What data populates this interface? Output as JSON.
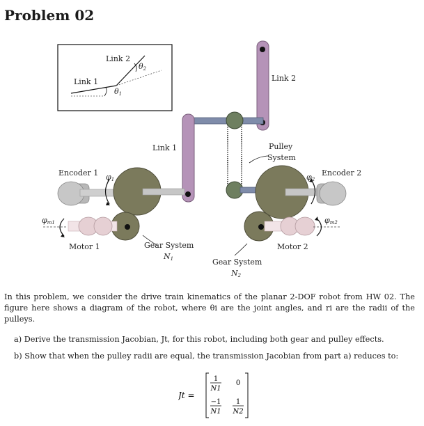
{
  "title": "Problem 02",
  "figure": {
    "inset": {
      "link1": "Link 1",
      "link2": "Link 2",
      "theta1": "θ",
      "theta1_sub": "1",
      "theta2": "θ",
      "theta2_sub": "2"
    },
    "labels": {
      "link2": "Link 2",
      "link1": "Link 1",
      "pulley_line1": "Pulley",
      "pulley_line2": "System",
      "encoder1": "Encoder 1",
      "encoder2": "Encoder 2",
      "phi1": "φ",
      "phi1_sub": "1",
      "phi2": "φ",
      "phi2_sub": "2",
      "phim1": "φ",
      "phim1_sub": "m1",
      "phim2": "φ",
      "phim2_sub": "m2",
      "motor1": "Motor 1",
      "motor2": "Motor 2",
      "gear1_line1": "Gear System",
      "gear1_line2": "N",
      "gear1_sub": "1",
      "gear2_line1": "Gear System",
      "gear2_line2": "N",
      "gear2_sub": "2"
    },
    "colors": {
      "link": "#b593b8",
      "gear": "#7b7a5c",
      "pulley": "#6e7f60",
      "shaft": "#b8b8b8",
      "bar": "#7f8caa",
      "motor": "#e6d0d4"
    }
  },
  "text": {
    "intro": "In this problem, we consider the drive train kinematics of the planar 2-DOF robot from HW 02. The figure here shows a diagram of the robot, where θi are the joint angles, and ri are the radii of the pulleys.",
    "item_a": "a)  Derive the transmission Jacobian, Jt, for this robot, including both gear and pulley effects.",
    "item_b": "b)  Show that when the pulley radii are equal, the transmission Jacobian from part a) reduces to:"
  },
  "equation": {
    "lhs": "Jt =",
    "a11_num": "1",
    "a11_den": "N1",
    "a12": "0",
    "a21_num": "−1",
    "a21_den": "N1",
    "a22_num": "1",
    "a22_den": "N2"
  }
}
